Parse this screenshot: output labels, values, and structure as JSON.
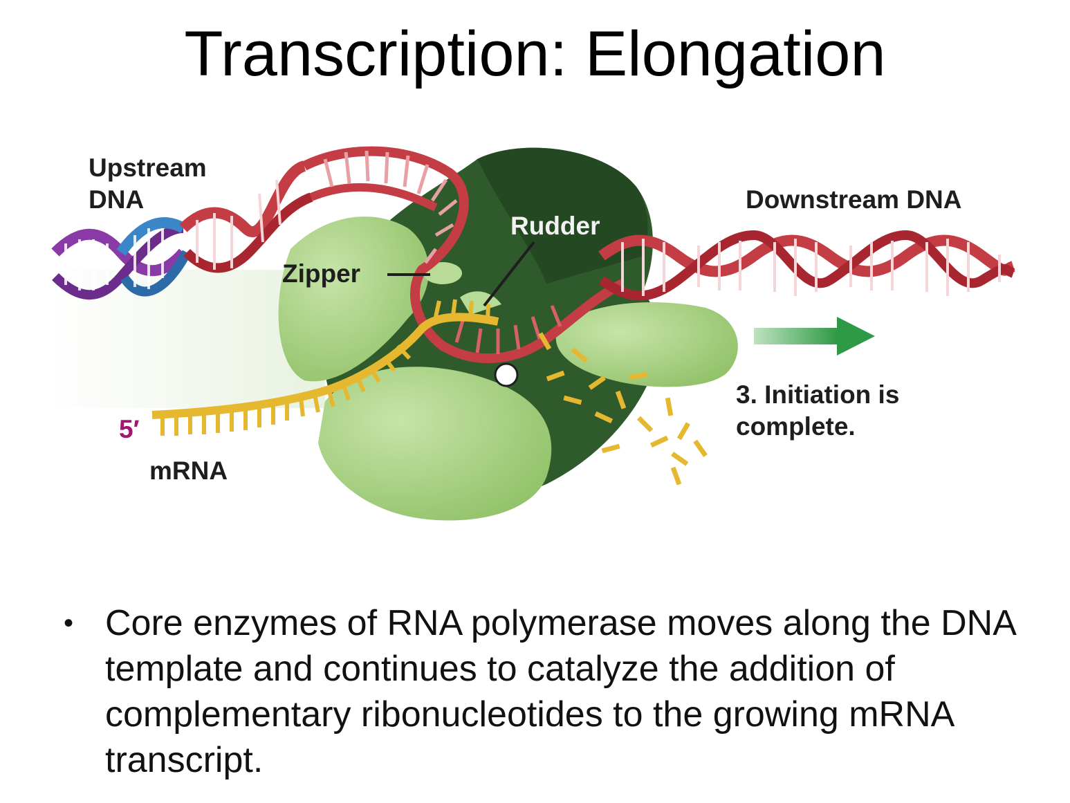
{
  "slide": {
    "title": "Transcription: Elongation",
    "labels": {
      "upstream_dna_1": "Upstream",
      "upstream_dna_2": "DNA",
      "downstream_dna": "Downstream DNA",
      "rudder": "Rudder",
      "zipper": "Zipper",
      "five_prime": "5′",
      "mrna": "mRNA",
      "step_1": "3. Initiation is",
      "step_2": "complete."
    },
    "bullets": [
      "Core enzymes of RNA polymerase moves along the DNA template and continues to catalyze the addition of complementary ribonucleotides to the growing mRNA transcript."
    ]
  },
  "colors": {
    "dna_red": "#c43c44",
    "dna_blue": "#3a86c8",
    "dna_purple": "#8a3aa6",
    "polymerase_dark": "#2f5a2c",
    "polymerase_light": "#9fcd7a",
    "rna_yellow": "#e6b830",
    "arrow_green": "#3aa048"
  }
}
